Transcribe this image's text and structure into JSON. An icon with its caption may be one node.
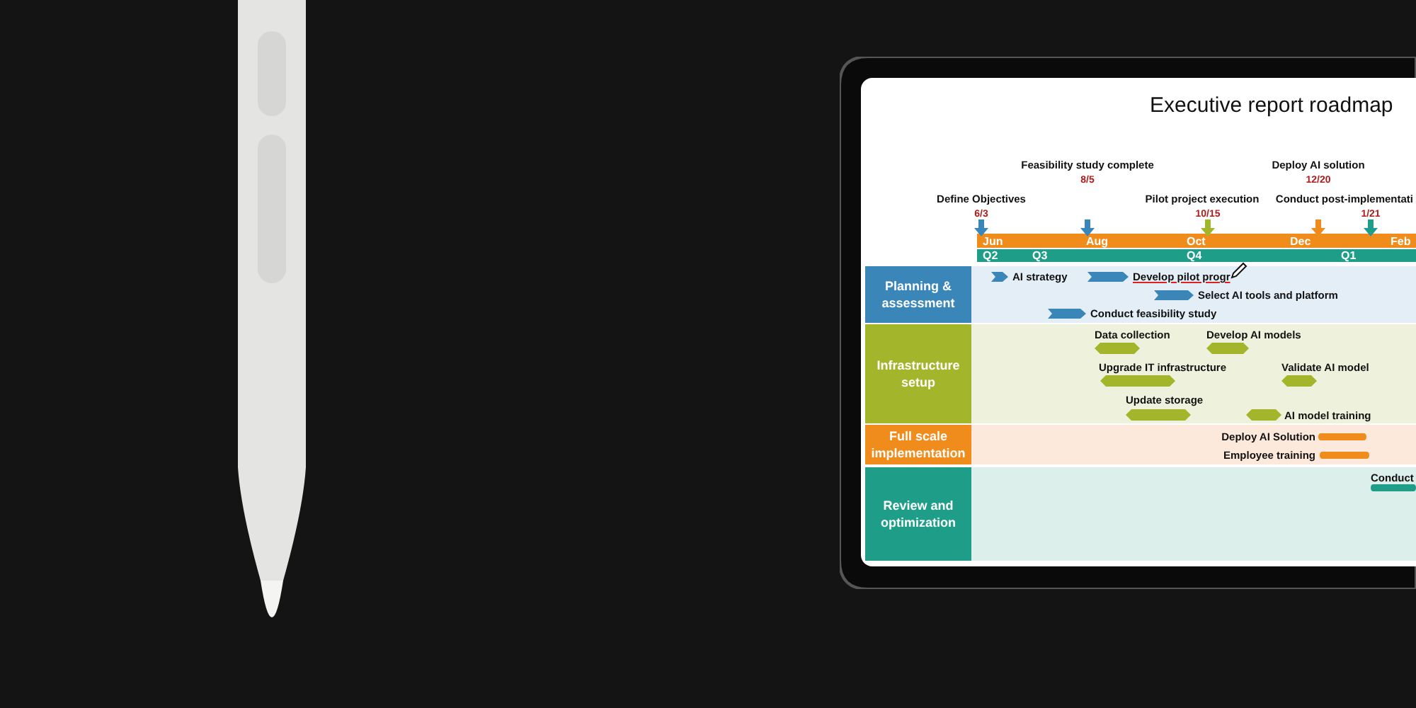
{
  "diagram": {
    "title": "Executive report roadmap",
    "nodes": [
      {
        "text": [
          "Planning & assessment"
        ]
      },
      {
        "text": [
          "Infrastructure setup"
        ]
      },
      {
        "text": [
          "Full scale implementation"
        ]
      },
      {
        "text": [
          "Review and optimization"
        ]
      }
    ],
    "labels": [
      "Feasibility study complete",
      "8/5",
      "Deploy AI solution",
      "12/20",
      "Define Objectives",
      "6/3",
      "Pilot project execution",
      "10/15",
      "Conduct post-implementati",
      "1/21",
      "Jun",
      "Aug",
      "Oct",
      "Dec",
      "Feb",
      "Q2",
      "Q3",
      "Q4",
      "Q1",
      "AI strategy",
      "Develop pilot progr",
      "Select AI tools and platform",
      "Conduct feasibility study",
      "Data collection",
      "Develop AI models",
      "Upgrade IT infrastructure",
      "Validate AI model",
      "Update storage",
      "AI model training",
      "Deploy AI Solution",
      "Employee training",
      "Conduct"
    ]
  }
}
